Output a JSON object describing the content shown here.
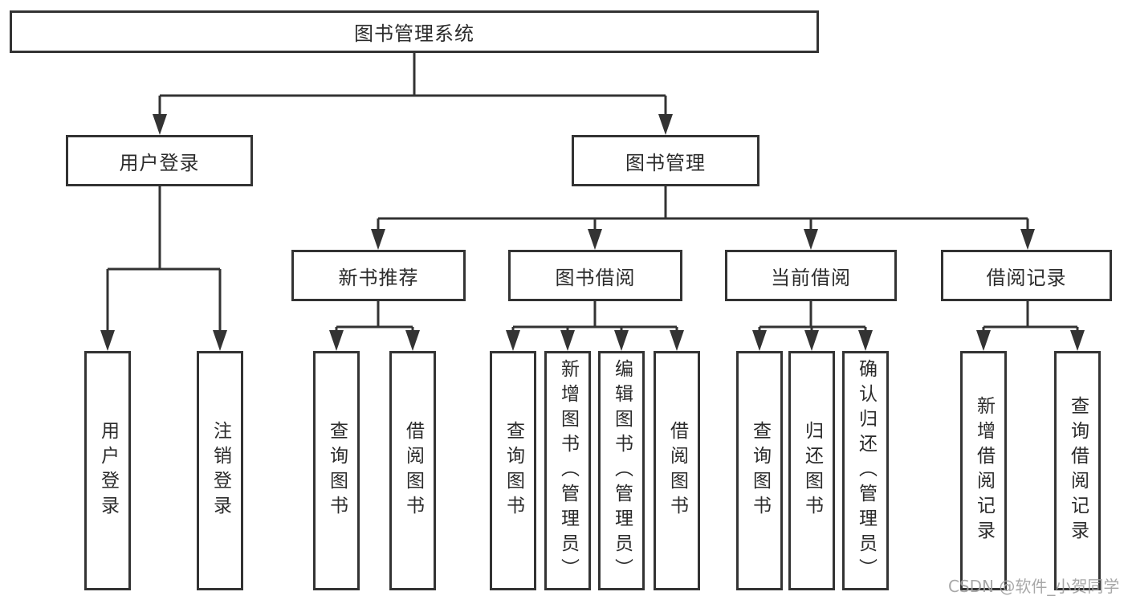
{
  "diagram_title": "图书管理系统",
  "colors": {
    "line": "#333333",
    "box_border": "#333333",
    "box_fill": "#ffffff",
    "text": "#2b2b2b",
    "watermark": "#9e9e9e",
    "background": "#ffffff"
  },
  "watermark": {
    "text": "CSDN @软件_小贺同学"
  },
  "tree": {
    "root": {
      "label": "图书管理系统",
      "children": [
        {
          "label": "用户登录",
          "children": [
            {
              "label": "用户登录"
            },
            {
              "label": "注销登录"
            }
          ]
        },
        {
          "label": "图书管理",
          "children": [
            {
              "label": "新书推荐",
              "children": [
                {
                  "label": "查询图书"
                },
                {
                  "label": "借阅图书"
                }
              ]
            },
            {
              "label": "图书借阅",
              "children": [
                {
                  "label": "查询图书"
                },
                {
                  "label": "新增图书（管理员）"
                },
                {
                  "label": "编辑图书（管理员）"
                },
                {
                  "label": "借阅图书"
                }
              ]
            },
            {
              "label": "当前借阅",
              "children": [
                {
                  "label": "查询图书"
                },
                {
                  "label": "归还图书"
                },
                {
                  "label": "确认归还（管理员）"
                }
              ]
            },
            {
              "label": "借阅记录",
              "children": [
                {
                  "label": "新增借阅记录"
                },
                {
                  "label": "查询借阅记录"
                }
              ]
            }
          ]
        }
      ]
    }
  }
}
